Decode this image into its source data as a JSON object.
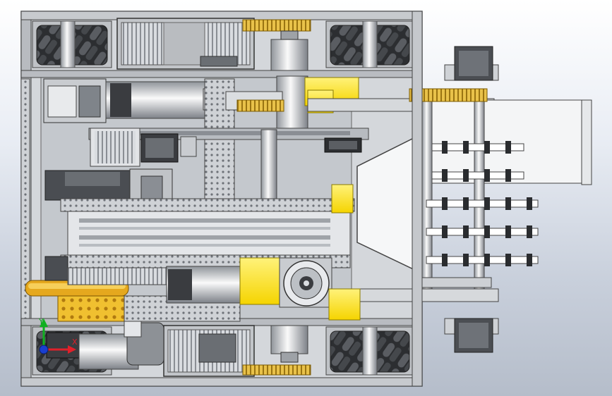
{
  "view": {
    "title": "",
    "background_top": "#ffffff",
    "background_bottom": "#b5bdca"
  },
  "model": {
    "name": "",
    "parts": [
      "mecanum-wheel",
      "gearbox-motor",
      "servo-motor",
      "aluminum-frame",
      "spur-gear",
      "pulley",
      "intake-funnel",
      "rotary-disc",
      "yellow-bracket",
      "side-rail"
    ]
  },
  "colors": {
    "frame": "#c9ccd1",
    "frame_dark": "#6e7278",
    "metal_light": "#e6e8eb",
    "wheel": "#3a3c40",
    "gear": "#d8a82a",
    "accent_yellow": "#ffe100",
    "disc": "#e5a81e",
    "black": "#1a1a1a"
  },
  "triad": {
    "x_label": "X",
    "y_label": "Y",
    "x_icon": "x-axis-arrow",
    "y_icon": "y-axis-arrow",
    "z_icon": "z-axis-dot"
  }
}
